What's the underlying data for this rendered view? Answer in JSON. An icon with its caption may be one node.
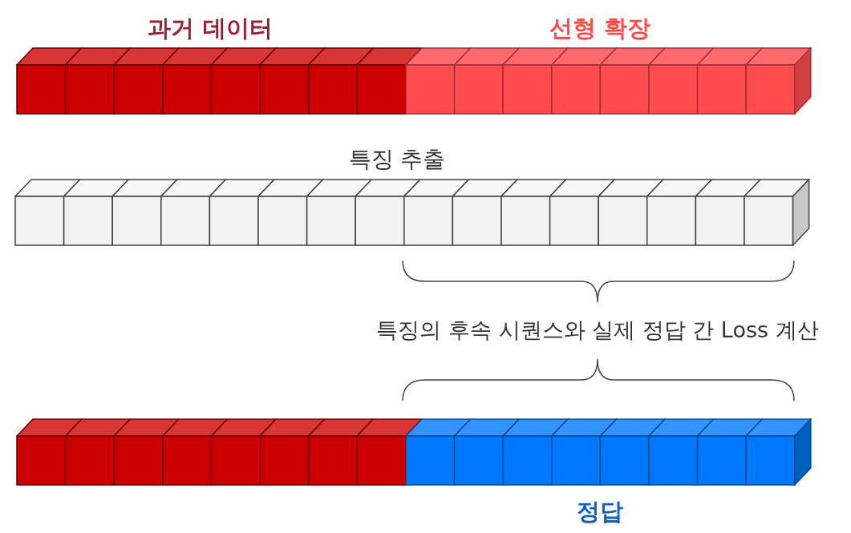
{
  "diagram": {
    "nodes": [
      {
        "text": [
          "과거 데이터"
        ]
      },
      {
        "text": [
          "선형 확장"
        ]
      },
      {
        "text": [
          "특징 추출"
        ]
      },
      {
        "text": [],
        "shape": "bar"
      },
      {
        "text": [
          "정답"
        ]
      }
    ],
    "labels": [
      "특징의 후속 시퀀스와 실제 정답 간 Loss 계산"
    ]
  }
}
